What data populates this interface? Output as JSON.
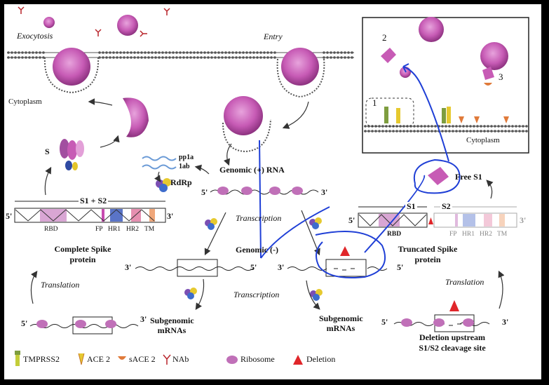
{
  "labels": {
    "exocytosis": "Exocytosis",
    "entry": "Entry",
    "cytoplasm_left": "Cytoplasm",
    "cytoplasm_inset": "Cytoplasm",
    "s": "S",
    "pp1a": "pp1a",
    "pp1ab": "1ab",
    "rdrp": "RdRp",
    "genomic_pos": "Genomic (+) RNA",
    "genomic_neg": "Genomic (-)",
    "transcription_top": "Transcription",
    "transcription_bottom": "Transcription",
    "translation_left": "Translation",
    "translation_right": "Translation",
    "subgenomic_left_1": "Subgenomic",
    "subgenomic_left_2": "mRNAs",
    "subgenomic_right_1": "Subgenomic",
    "subgenomic_right_2": "mRNAs",
    "complete_spike_1": "Complete Spike",
    "complete_spike_2": "protein",
    "truncated_spike_1": "Truncated Spike",
    "truncated_spike_2": "protein",
    "deletion_note_1": "Deletion upstream",
    "deletion_note_2": "S1/S2  cleavage site",
    "free_s1": "Free  S1",
    "inset_1": "1",
    "inset_2": "2",
    "inset_3": "3"
  },
  "complete_spike": {
    "header": "S1 + S2",
    "five": "5'",
    "three": "3'",
    "rbd": "RBD",
    "fp": "FP",
    "hr1": "HR1",
    "hr2": "HR2",
    "tm": "TM"
  },
  "truncated_spike": {
    "s1": "S1",
    "s2": "S2",
    "five": "5'",
    "three": "3'",
    "rbd": "RBD",
    "fp": "FP",
    "hr1": "HR1",
    "hr2": "HR2",
    "tm": "TM"
  },
  "rna_ends": {
    "genomic_pos_5": "5'",
    "genomic_pos_3": "3'",
    "neg_left_3": "3'",
    "neg_left_5": "5'",
    "neg_right_3": "3'",
    "neg_right_5": "5'",
    "sub_left_5": "5'",
    "sub_left_3": "3'",
    "sub_right_5": "5'",
    "sub_right_3": "3'"
  },
  "legend": [
    {
      "label": "TMPRSS2",
      "icon": "tmprss2-icon"
    },
    {
      "label": "ACE 2",
      "icon": "ace2-icon"
    },
    {
      "label": "sACE 2",
      "icon": "sace2-icon"
    },
    {
      "label": "NAb",
      "icon": "nab-icon"
    },
    {
      "label": "Ribosome",
      "icon": "ribosome-icon"
    },
    {
      "label": "Deletion",
      "icon": "deletion-icon"
    }
  ],
  "colors": {
    "virus": "#c75bb5",
    "virus_dark": "#9a3a8c",
    "membrane": "#555555",
    "annotation_blue": "#1f3fd6",
    "deletion_red": "#e0262a",
    "rbd": "#d9a6d4",
    "fp": "#6cc0d8",
    "hr1": "#5a74c7",
    "hr2": "#e58fb0",
    "tm": "#f0a77a"
  }
}
